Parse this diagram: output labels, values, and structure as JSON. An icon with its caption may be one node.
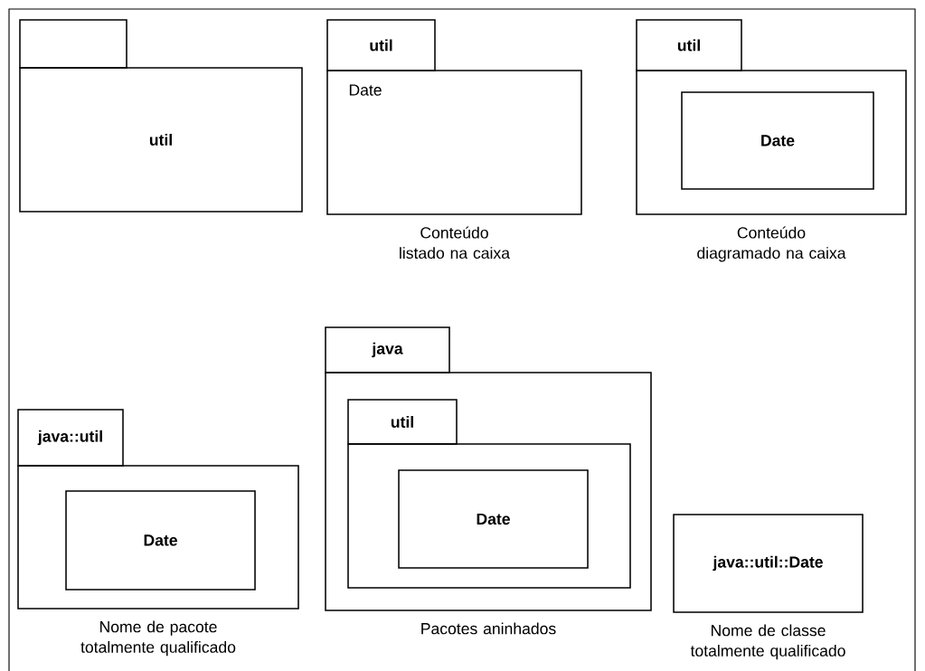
{
  "diagram": {
    "nodes": [
      {
        "text": [
          "util"
        ]
      },
      {
        "text": [
          "util",
          "Date"
        ],
        "beside": [
          "Conteúdo listado na caixa"
        ]
      },
      {
        "text": [
          "util"
        ],
        "beside": [
          "Conteúdo diagramado na caixa"
        ]
      },
      {
        "text": [
          "Date"
        ],
        "in": 2
      },
      {
        "text": [
          "java::util"
        ],
        "beside": [
          "Nome de pacote totalmente qualificado"
        ]
      },
      {
        "text": [
          "Date"
        ],
        "in": 4
      },
      {
        "text": [
          "java"
        ],
        "beside": [
          "Pacotes aninhados"
        ]
      },
      {
        "text": [
          "util"
        ],
        "in": 6
      },
      {
        "text": [
          "Date"
        ],
        "in": 7
      },
      {
        "text": [
          "java::util::Date"
        ],
        "beside": [
          "Nome de classe totalmente qualificado"
        ]
      }
    ]
  }
}
